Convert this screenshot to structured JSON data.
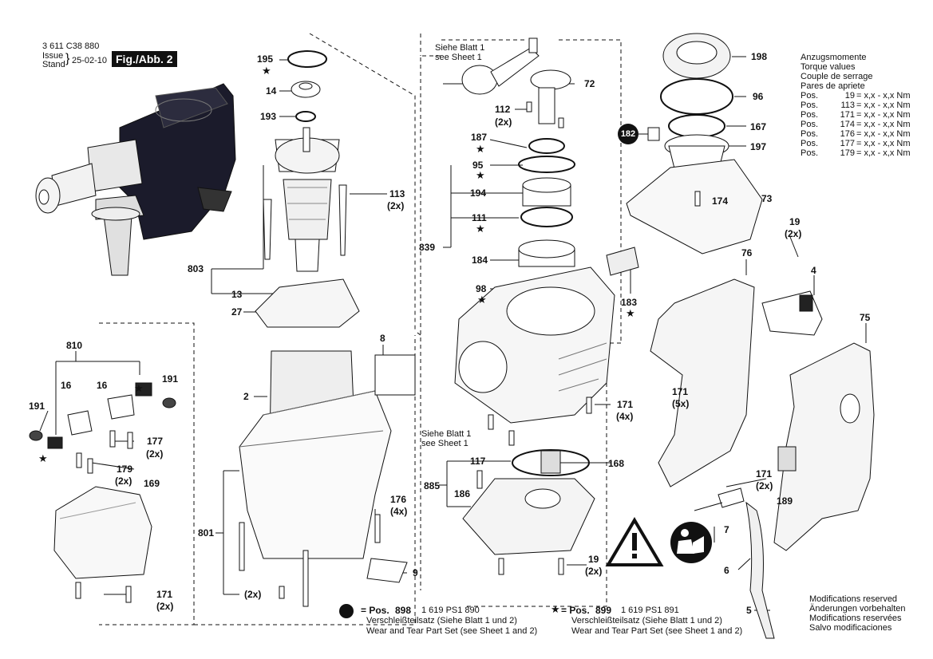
{
  "header": {
    "doc_number": "3 611 C38 880",
    "issue_label": "Issue",
    "stand_label": "Stand",
    "date": "25-02-10",
    "figure": "Fig./Abb. 2"
  },
  "torque": {
    "title_lines": [
      "Anzugsmomente",
      "Torque values",
      "Couple de serrage",
      "Pares de apriete"
    ],
    "rows": [
      {
        "pos": "Pos.",
        "num": "19",
        "val": "= x,x - x,x Nm"
      },
      {
        "pos": "Pos.",
        "num": "113",
        "val": "= x,x - x,x Nm"
      },
      {
        "pos": "Pos.",
        "num": "171",
        "val": "= x,x - x,x Nm"
      },
      {
        "pos": "Pos.",
        "num": "174",
        "val": "= x,x - x,x Nm"
      },
      {
        "pos": "Pos.",
        "num": "176",
        "val": "= x,x - x,x Nm"
      },
      {
        "pos": "Pos.",
        "num": "177",
        "val": "= x,x - x,x Nm"
      },
      {
        "pos": "Pos.",
        "num": "179",
        "val": "= x,x - x,x Nm"
      }
    ]
  },
  "sheet_refs": {
    "top": [
      "Siehe Blatt 1",
      "see Sheet 1"
    ],
    "middle": [
      "Siehe Blatt 1",
      "see Sheet 1"
    ]
  },
  "labels": {
    "p195": "195",
    "p14": "14",
    "p193": "193",
    "p113": "113",
    "p113q": "(2x)",
    "p803": "803",
    "p13": "13",
    "p27": "27",
    "p810": "810",
    "p191a": "191",
    "p191b": "191",
    "p16a": "16",
    "p16b": "16",
    "p177": "177",
    "p177q": "(2x)",
    "p179": "179",
    "p179q": "(2x)",
    "p169": "169",
    "p171a": "171",
    "p171aq": "(2x)",
    "p8": "8",
    "p2": "2",
    "p176": "176",
    "p176q": "(4x)",
    "p801": "801",
    "p801q": "(2x)",
    "p9": "9",
    "p112": "112",
    "p112q": "(2x)",
    "p72": "72",
    "p187": "187",
    "p95": "95",
    "p194": "194",
    "p111": "111",
    "p839": "839",
    "p184": "184",
    "p98": "98",
    "p183": "183",
    "p117": "117",
    "p168": "168",
    "p885": "885",
    "p186": "186",
    "p171b": "171",
    "p171bq": "(4x)",
    "p19a": "19",
    "p19aq": "(2x)",
    "p198": "198",
    "p96": "96",
    "p167": "167",
    "p197": "197",
    "p182": "182",
    "p174": "174",
    "p73": "73",
    "p19b": "19",
    "p19bq": "(2x)",
    "p76": "76",
    "p4": "4",
    "p75": "75",
    "p171c": "171",
    "p171cq": "(5x)",
    "p171d": "171",
    "p171dq": "(2x)",
    "p189": "189",
    "p7": "7",
    "p6": "6",
    "p5": "5"
  },
  "wear_sets": {
    "a": {
      "prefix": "= Pos.",
      "pos": "898",
      "number": "1 619 PS1 890",
      "line1": "Verschleißteilsatz (Siehe Blatt 1 und 2)",
      "line2": "Wear and Tear Part Set (see Sheet 1 and 2)"
    },
    "b": {
      "prefix": "= Pos.",
      "pos": "899",
      "number": "1 619 PS1 891",
      "line1": "Verschleißteilsatz (Siehe Blatt 1 und 2)",
      "line2": "Wear and Tear Part Set (see Sheet 1 and 2)"
    }
  },
  "notes": [
    "Modifications reserved",
    "Änderungen vorbehalten",
    "Modifications reservées",
    "Salvo modificaciones"
  ],
  "star_symbol": "★"
}
